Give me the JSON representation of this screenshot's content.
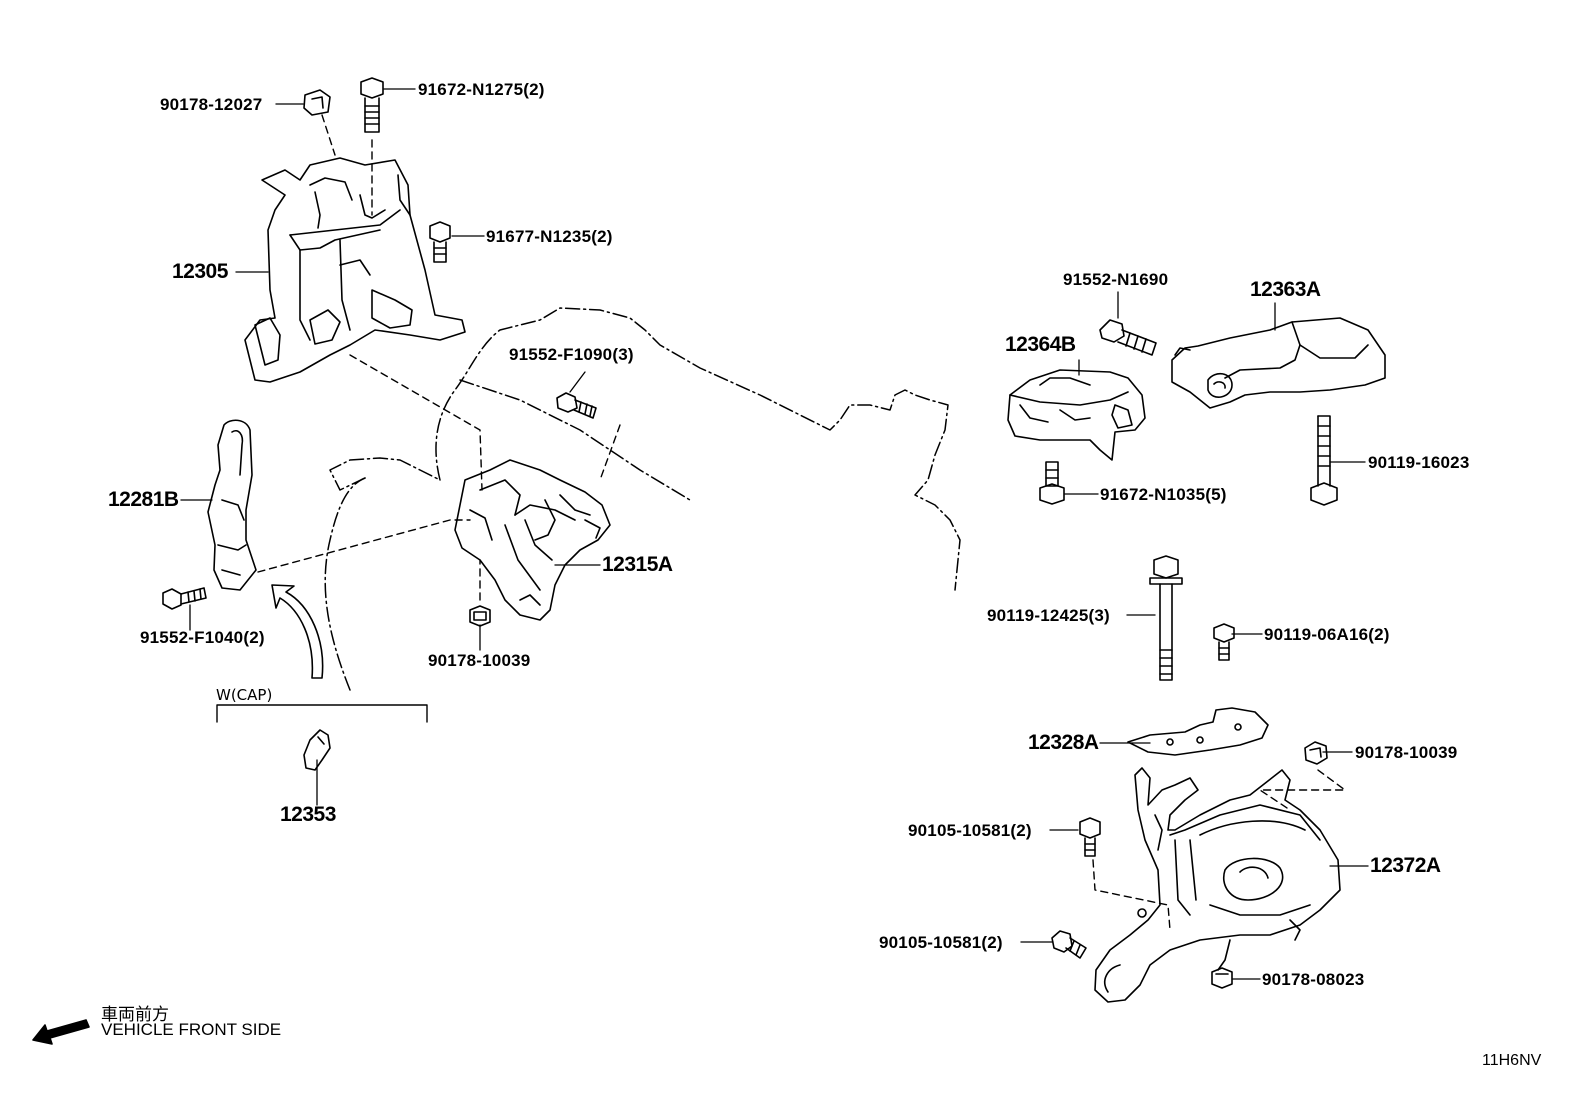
{
  "diagram_id": "11H6NV",
  "wcap_label": "W(CAP)",
  "front_side": {
    "japanese": "車両前方",
    "english": "VEHICLE FRONT SIDE"
  },
  "parts": {
    "p90178_12027": "90178-12027",
    "p91672_N1275": "91672-N1275(2)",
    "p91677_N1235": "91677-N1235(2)",
    "p12305": "12305",
    "p91552_F1090": "91552-F1090(3)",
    "p12281B": "12281B",
    "p12315A": "12315A",
    "p91552_F1040": "91552-F1040(2)",
    "p90178_10039_left": "90178-10039",
    "p12353": "12353",
    "p91552_N1690": "91552-N1690",
    "p12363A": "12363A",
    "p12364B": "12364B",
    "p90119_16023": "90119-16023",
    "p91672_N1035": "91672-N1035(5)",
    "p90119_12425": "90119-12425(3)",
    "p90119_06A16": "90119-06A16(2)",
    "p12328A": "12328A",
    "p90178_10039_right": "90178-10039",
    "p90105_10581_a": "90105-10581(2)",
    "p12372A": "12372A",
    "p90105_10581_b": "90105-10581(2)",
    "p90178_08023": "90178-08023"
  }
}
